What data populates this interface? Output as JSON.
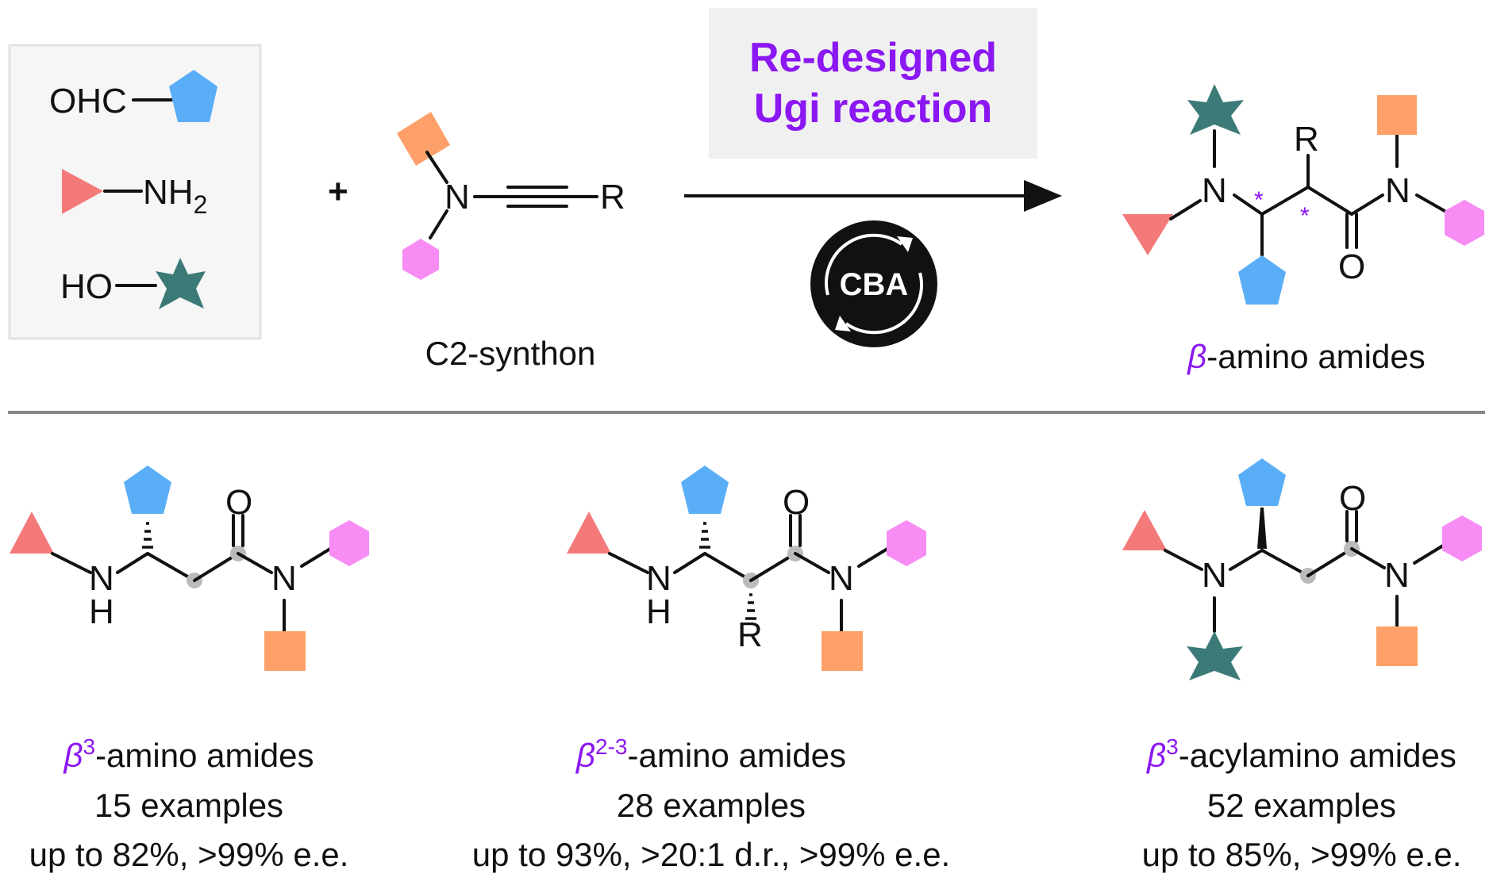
{
  "colors": {
    "aldehyde": "#5aaef8",
    "amine": "#f47a7a",
    "alcohol": "#3c7a78",
    "ynamide_a": "#fda06a",
    "ynamide_b": "#f78cf4",
    "accent": "#8b17f2",
    "dot": "#bbbbbb",
    "box": "#eeeeee"
  },
  "reagents": {
    "aldehyde_label": "OHC",
    "amine_label": "NH",
    "amine_sub": "2",
    "alcohol_label": "HO"
  },
  "plus": "+",
  "synthon": {
    "n": "N",
    "r": "R",
    "caption": "C2-synthon"
  },
  "reaction": {
    "title_line1": "Re-designed",
    "title_line2": "Ugi reaction",
    "catalyst": "CBA",
    "catalyst_icon": "cycle-arrows-icon"
  },
  "product": {
    "n1": "N",
    "n2": "N",
    "r": "R",
    "o": "O",
    "stereo_mark": "*",
    "beta": "β",
    "caption": "-amino amides"
  },
  "examples": [
    {
      "n": "N",
      "h": "H",
      "o": "O",
      "beta": "β",
      "sup": "3",
      "label": "-amino amides",
      "count": "15 examples",
      "stats": "up to 82%, >99% e.e."
    },
    {
      "n": "N",
      "h": "H",
      "o": "O",
      "r": "R",
      "beta": "β",
      "sup": "2-3",
      "label": "-amino amides",
      "count": "28 examples",
      "stats": "up to 93%, >20:1 d.r., >99% e.e."
    },
    {
      "n": "N",
      "n2": "N",
      "o": "O",
      "beta": "β",
      "sup": "3",
      "label": "-acylamino amides",
      "count": "52 examples",
      "stats": "up to 85%, >99% e.e."
    }
  ]
}
